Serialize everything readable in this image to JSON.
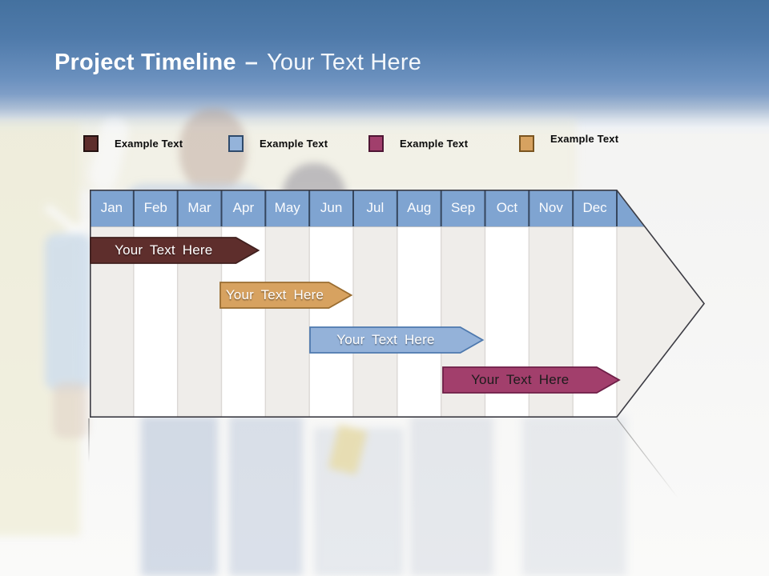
{
  "slide": {
    "title": {
      "bold": "Project Timeline",
      "dash": "–",
      "subtitle": "Your Text Here"
    },
    "legend": [
      {
        "label": "Example Text",
        "color": "#5E2E2C",
        "border": "#241211"
      },
      {
        "label": "Example Text",
        "color": "#94B3DA",
        "border": "#2F4A6B"
      },
      {
        "label": "Example Text",
        "color": "#A13F6C",
        "border": "#4E1634"
      },
      {
        "label": "Example Text",
        "color": "#D7A260",
        "border": "#7A5520"
      }
    ],
    "timeline": {
      "header_color": "#7FA4D1",
      "months": [
        "Jan",
        "Feb",
        "Mar",
        "Apr",
        "May",
        "Jun",
        "Jul",
        "Aug",
        "Sep",
        "Oct",
        "Nov",
        "Dec"
      ],
      "bars": [
        {
          "label": "Your Text Here",
          "row": 1,
          "start": 0,
          "end": 3.84,
          "start_month": "Jan",
          "end_month": "Mar",
          "fill": "#5E2E2C",
          "stroke": "#40201F",
          "text_color": "#FFFFFF"
        },
        {
          "label": "Your Text Here",
          "row": 2,
          "start": 2.95,
          "end": 5.95,
          "start_month": "Apr",
          "end_month": "Jun",
          "fill": "#D7A260",
          "stroke": "#9A6D31",
          "text_color": "#FFFFFF"
        },
        {
          "label": "Your Text Here",
          "row": 3,
          "start": 5.0,
          "end": 8.95,
          "start_month": "Jun",
          "end_month": "Sep",
          "fill": "#94B2D9",
          "stroke": "#4E79AE",
          "text_color": "#FFFFFF"
        },
        {
          "label": "Your Text Here",
          "row": 4,
          "start": 8.02,
          "end": 12.05,
          "start_month": "Sep",
          "end_month": "Dec",
          "fill": "#A23F6C",
          "stroke": "#6E1F47",
          "text_color": "#1C1C1C"
        }
      ]
    }
  }
}
